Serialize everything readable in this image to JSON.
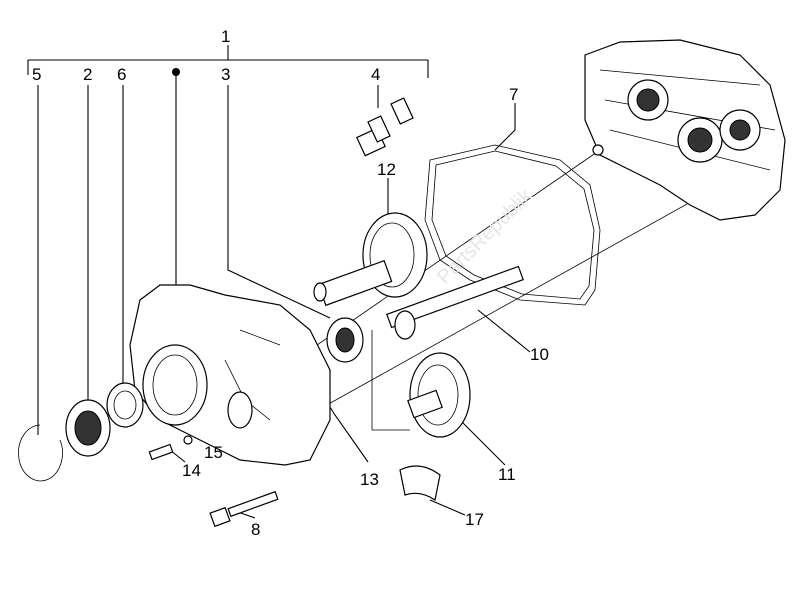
{
  "callouts": [
    {
      "id": "1",
      "text": "1"
    },
    {
      "id": "2",
      "text": "2"
    },
    {
      "id": "3",
      "text": "3"
    },
    {
      "id": "4",
      "text": "4"
    },
    {
      "id": "5",
      "text": "5"
    },
    {
      "id": "6",
      "text": "6"
    },
    {
      "id": "7",
      "text": "7"
    },
    {
      "id": "8",
      "text": "8"
    },
    {
      "id": "10",
      "text": "10"
    },
    {
      "id": "11",
      "text": "11"
    },
    {
      "id": "12",
      "text": "12"
    },
    {
      "id": "13",
      "text": "13"
    },
    {
      "id": "14",
      "text": "14"
    },
    {
      "id": "15",
      "text": "15"
    },
    {
      "id": "17",
      "text": "17"
    }
  ],
  "watermark": "PartsRepublik"
}
